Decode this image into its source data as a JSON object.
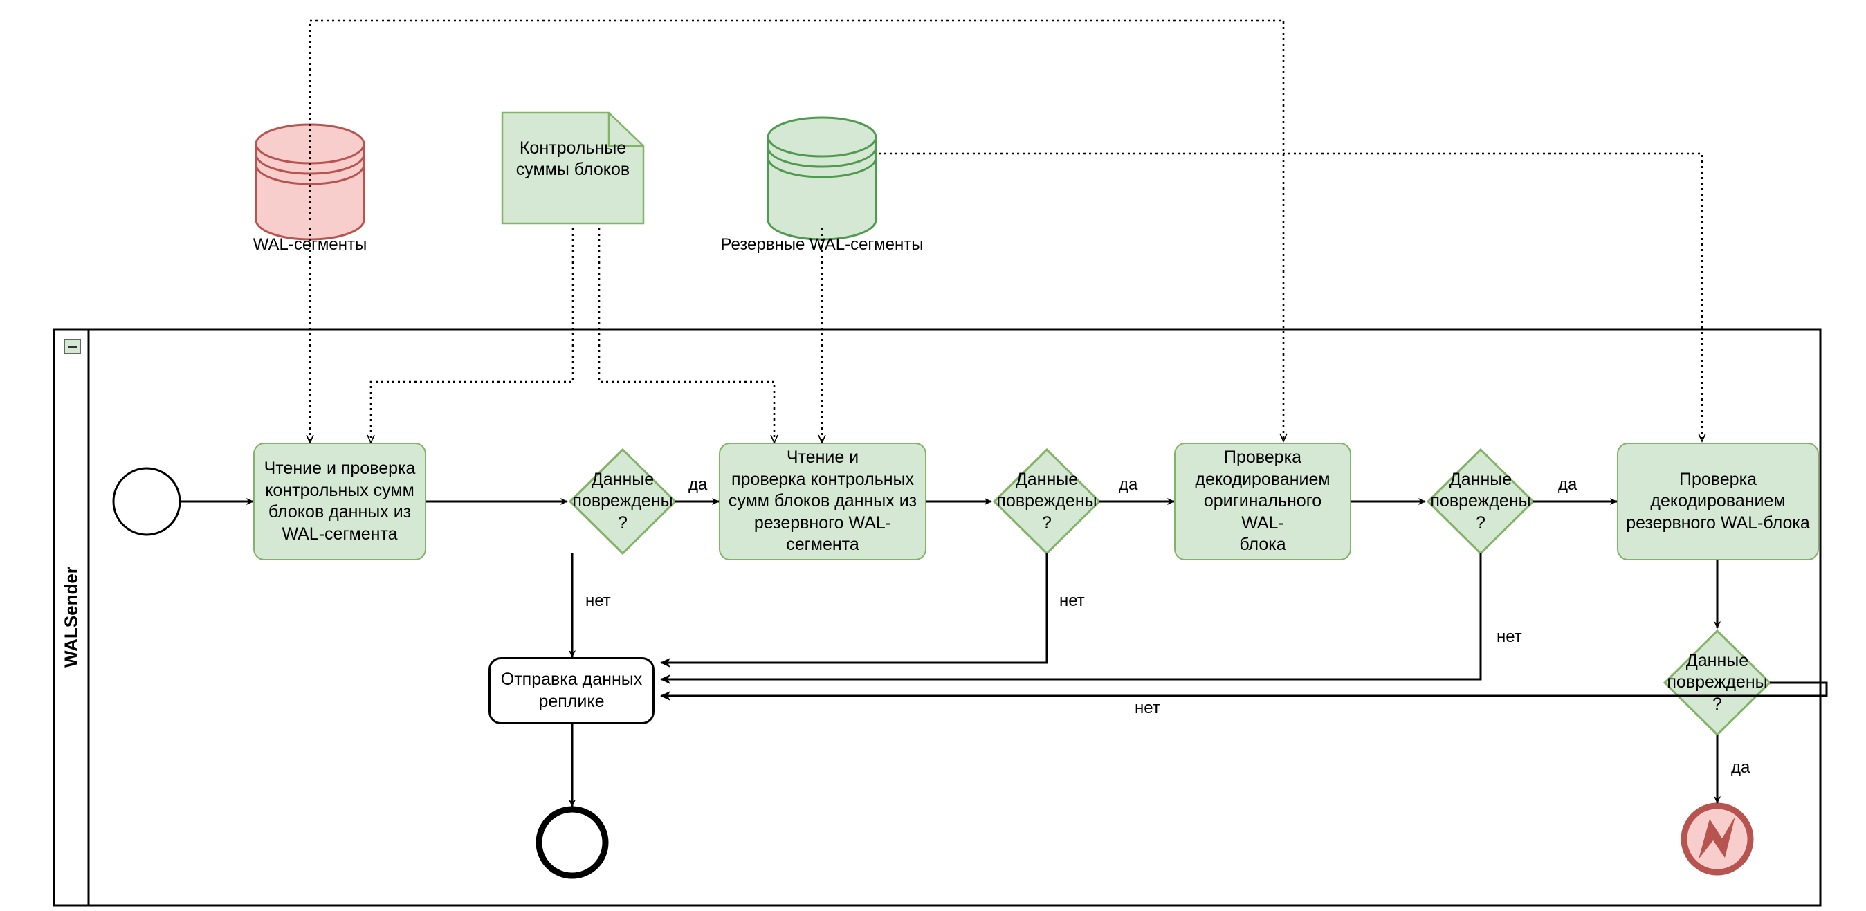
{
  "diagram": {
    "type": "bpmn-process-flow",
    "pool_label": "WALSender",
    "colors": {
      "task_fill": "#d5e8d4",
      "task_stroke": "#82b366",
      "error_fill": "#f8cecc",
      "error_stroke": "#b85450",
      "flow_stroke": "#000000",
      "pool_stroke": "#000000"
    }
  },
  "datastores": [
    {
      "id": "wal",
      "label": "WAL-сегменты",
      "fill": "#f8cecc",
      "stroke": "#b85450"
    },
    {
      "id": "backup_wal",
      "label": "Резервные WAL-сегменты",
      "fill": "#d5e8d4",
      "stroke": "#82b366"
    }
  ],
  "dataobject": {
    "id": "checksums",
    "label": "Контрольные\nсуммы блоков",
    "line1": "Контрольные",
    "line2": "суммы блоков"
  },
  "events": {
    "start": {
      "name": "start-event",
      "label": ""
    },
    "end": {
      "name": "end-event",
      "label": ""
    },
    "error_end": {
      "name": "error-end-event",
      "label": "",
      "icon": "lightning-bolt-icon"
    }
  },
  "tasks": [
    {
      "id": "t1",
      "text": "Чтение и проверка\nконтрольных сумм\nблоков данных из\nWAL-сегмента",
      "lines": [
        "Чтение и проверка",
        "контрольных сумм",
        "блоков данных из",
        "WAL-сегмента"
      ]
    },
    {
      "id": "t2",
      "text": "Чтение и\nпроверка контрольных\nсумм блоков данных из\nрезервного WAL-\nсегмента",
      "lines": [
        "Чтение и",
        "проверка контрольных",
        "сумм блоков данных из",
        "резервного WAL-",
        "сегмента"
      ]
    },
    {
      "id": "t3",
      "text": "Проверка\nдекодированием\nоригинального WAL-\nблока",
      "lines": [
        "Проверка",
        "декодированием",
        "оригинального WAL-",
        "блока"
      ]
    },
    {
      "id": "t4",
      "text": "Проверка\nдекодированием\nрезервного WAL-блока",
      "lines": [
        "Проверка",
        "декодированием",
        "резервного WAL-блока"
      ]
    },
    {
      "id": "t5",
      "text": "Отправка данных\nреплике",
      "lines": [
        "Отправка данных",
        "реплике"
      ]
    }
  ],
  "gateways": [
    {
      "id": "g1",
      "text": "Данные\nповреждены\n?",
      "lines": [
        "Данные",
        "повреждены",
        "?"
      ]
    },
    {
      "id": "g2",
      "text": "Данные\nповреждены\n?",
      "lines": [
        "Данные",
        "повреждены",
        "?"
      ]
    },
    {
      "id": "g3",
      "text": "Данные\nповреждены\n?",
      "lines": [
        "Данные",
        "повреждены",
        "?"
      ]
    },
    {
      "id": "g4",
      "text": "Данные\nповреждены\n?",
      "lines": [
        "Данные",
        "повреждены",
        "?"
      ]
    }
  ],
  "flow_labels": {
    "g1_yes": "да",
    "g1_no": "нет",
    "g2_yes": "да",
    "g2_no": "нет",
    "g3_yes": "да",
    "g3_no": "нет",
    "g4_yes": "да",
    "g4_no": "нет"
  }
}
